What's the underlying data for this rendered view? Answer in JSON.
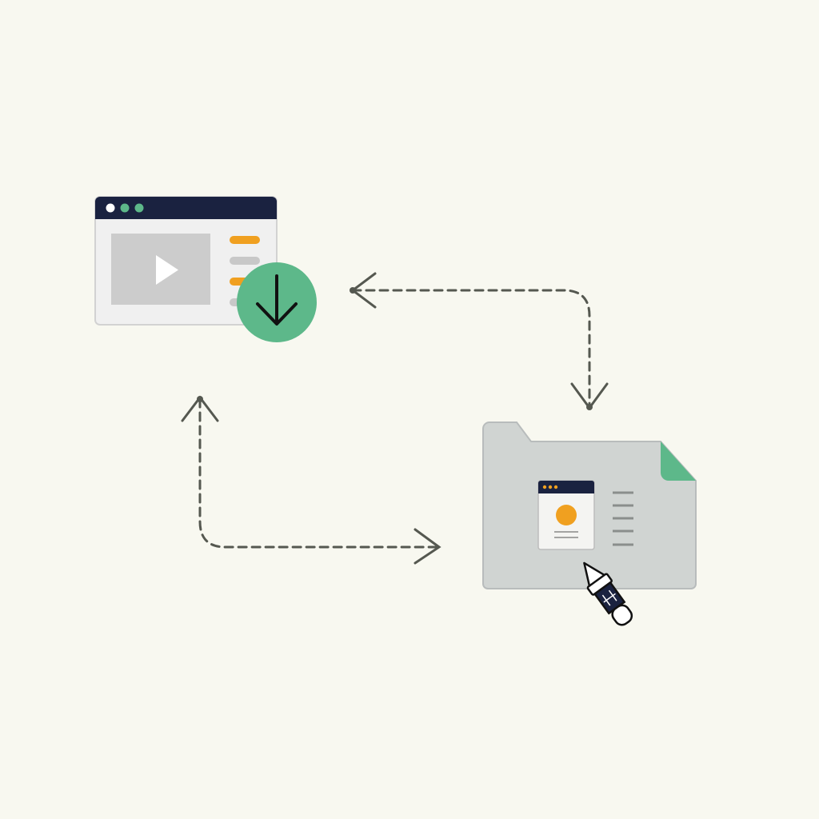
{
  "colors": {
    "background": "#f8f8f0",
    "navy": "#1a2240",
    "green": "#5db88a",
    "orange": "#f0a020",
    "window_body": "#f0f0f0",
    "video_placeholder": "#cccccc",
    "placeholder_line": "#c8c8c8",
    "folder": "#d0d4d2",
    "folder_edge": "#b8bcbc",
    "connector": "#555850"
  },
  "icons": {
    "browser": "browser-window-icon",
    "play": "play-icon",
    "download": "download-arrow-icon",
    "folder": "folder-icon",
    "document": "document-card-icon",
    "dropper": "eyedropper-icon"
  },
  "connectors": [
    {
      "name": "connector-download-to-folder",
      "from": "folder",
      "to": "browser-window",
      "bidirectional": true
    },
    {
      "name": "connector-folder-to-browser",
      "from": "browser-window",
      "to": "folder",
      "bidirectional": true
    }
  ]
}
